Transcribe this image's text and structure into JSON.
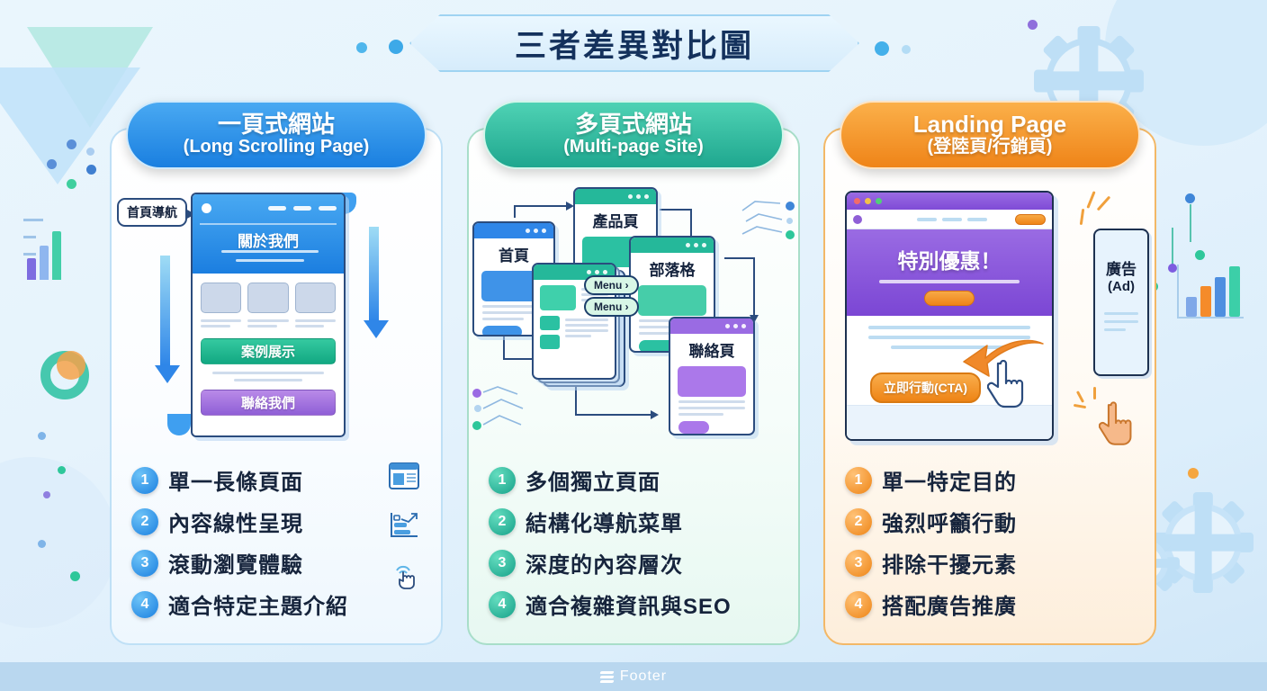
{
  "title": "三者差異對比圖",
  "footer": {
    "label": "Footer",
    "logo_icon": "stripes-logo-icon"
  },
  "columns": [
    {
      "id": "col1",
      "accent": "#1a7fe0",
      "header_main": "一頁式網站",
      "header_sub": "(Long Scrolling Page)",
      "illustration": {
        "callout": "首頁導航",
        "hero_title": "關於我們",
        "button_green": "案例展示",
        "button_purple": "聯絡我們",
        "arrow_icons": [
          "arrow-down-left-icon",
          "arrow-down-right-icon"
        ]
      },
      "side_icons": [
        "layout-page-icon",
        "chart-bars-icon",
        "tap-gesture-icon"
      ],
      "bullets": [
        {
          "num": "1",
          "text": "單一長條頁面"
        },
        {
          "num": "2",
          "text": "內容線性呈現"
        },
        {
          "num": "3",
          "text": "滾動瀏覽體驗"
        },
        {
          "num": "4",
          "text": "適合特定主題介紹"
        }
      ]
    },
    {
      "id": "col2",
      "accent": "#16a189",
      "header_main": "多頁式網站",
      "header_sub": "(Multi-page Site)",
      "illustration": {
        "pages": [
          "首頁",
          "產品頁",
          "部落格",
          "聯絡頁"
        ],
        "menu_items": [
          "Menu ›",
          "Menu ›"
        ]
      },
      "bullets": [
        {
          "num": "1",
          "text": "多個獨立頁面"
        },
        {
          "num": "2",
          "text": "結構化導航菜單"
        },
        {
          "num": "3",
          "text": "深度的內容層次"
        },
        {
          "num": "4",
          "text": "適合複雜資訊與SEO"
        }
      ]
    },
    {
      "id": "col3",
      "accent": "#ee8415",
      "header_main": "Landing Page",
      "header_sub": "(登陸頁/行銷頁)",
      "illustration": {
        "hero_title": "特別優惠！",
        "cta": "立即行動(CTA)",
        "ad_line1": "廣告",
        "ad_line2": "(Ad)",
        "arrow_icon": "curved-arrow-left-icon",
        "cursor_icon": "hand-pointer-icon"
      },
      "bullets": [
        {
          "num": "1",
          "text": "單一特定目的"
        },
        {
          "num": "2",
          "text": "強烈呼籲行動"
        },
        {
          "num": "3",
          "text": "排除干擾元素"
        },
        {
          "num": "4",
          "text": "搭配廣告推廣"
        }
      ]
    }
  ],
  "palette": {
    "page_bg": "#e6f3fc",
    "blue": "#1a7fe0",
    "teal": "#16a189",
    "orange": "#ee8415",
    "purple": "#8f5fd6",
    "ink": "#16243c"
  }
}
